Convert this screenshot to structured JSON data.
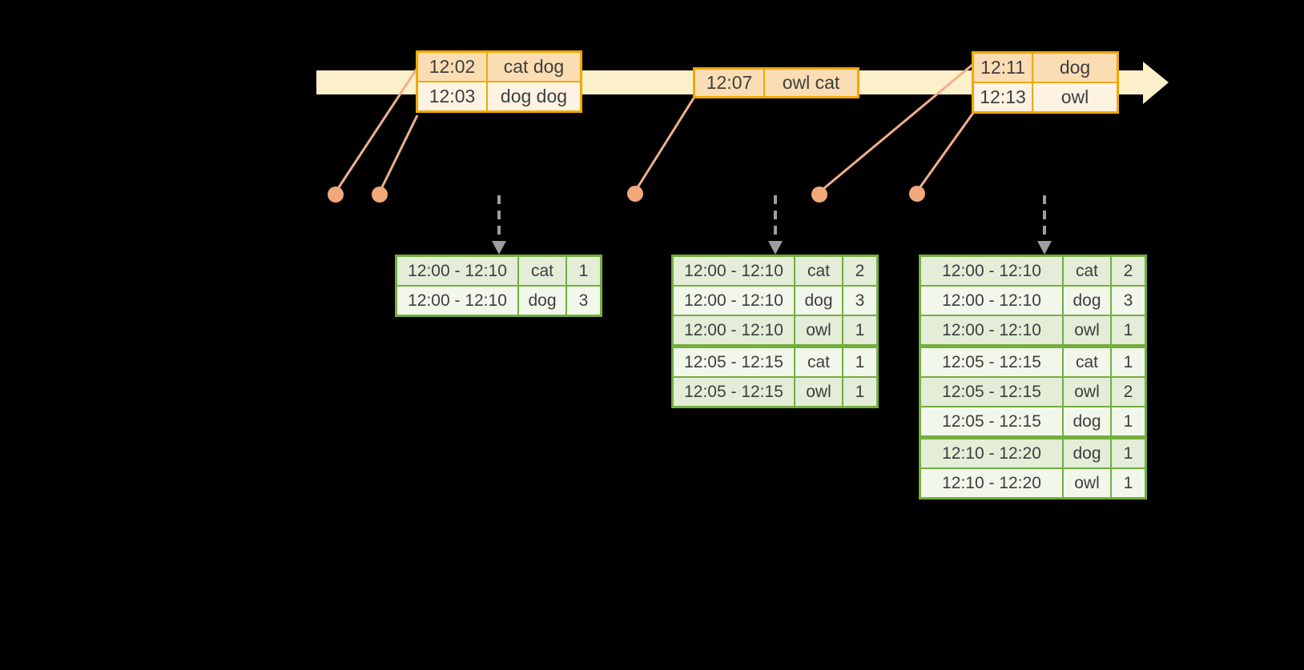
{
  "timeline": {
    "event_tables": [
      {
        "rows": [
          {
            "time": "12:02",
            "words": "cat dog"
          },
          {
            "time": "12:03",
            "words": "dog dog"
          }
        ]
      },
      {
        "rows": [
          {
            "time": "12:07",
            "words": "owl cat"
          }
        ]
      },
      {
        "rows": [
          {
            "time": "12:11",
            "words": "dog"
          },
          {
            "time": "12:13",
            "words": "owl"
          }
        ]
      }
    ]
  },
  "result_tables": [
    {
      "rows": [
        {
          "window": "12:00 - 12:10",
          "word": "cat",
          "count": "1"
        },
        {
          "window": "12:00 - 12:10",
          "word": "dog",
          "count": "3"
        }
      ]
    },
    {
      "rows": [
        {
          "window": "12:00 - 12:10",
          "word": "cat",
          "count": "2"
        },
        {
          "window": "12:00 - 12:10",
          "word": "dog",
          "count": "3"
        },
        {
          "window": "12:00 - 12:10",
          "word": "owl",
          "count": "1"
        },
        {
          "window": "12:05 - 12:15",
          "word": "cat",
          "count": "1"
        },
        {
          "window": "12:05 - 12:15",
          "word": "owl",
          "count": "1"
        }
      ]
    },
    {
      "rows": [
        {
          "window": "12:00 - 12:10",
          "word": "cat",
          "count": "2"
        },
        {
          "window": "12:00 - 12:10",
          "word": "dog",
          "count": "3"
        },
        {
          "window": "12:00 - 12:10",
          "word": "owl",
          "count": "1"
        },
        {
          "window": "12:05 - 12:15",
          "word": "cat",
          "count": "1"
        },
        {
          "window": "12:05 - 12:15",
          "word": "owl",
          "count": "2"
        },
        {
          "window": "12:05 - 12:15",
          "word": "dog",
          "count": "1"
        },
        {
          "window": "12:10 - 12:20",
          "word": "dog",
          "count": "1"
        },
        {
          "window": "12:10 - 12:20",
          "word": "owl",
          "count": "1"
        }
      ]
    }
  ],
  "colors": {
    "background": "#000000",
    "timeline_band": "#fbf0c9",
    "event_border": "#f0a800",
    "event_row_dark": "#fbddb4",
    "event_row_light": "#fef3e2",
    "connector_line": "#efb08c",
    "event_dot": "#f1a97b",
    "trigger_arrow": "#9e9e9e",
    "result_border": "#74ae3f",
    "result_row_dark": "#e3edd8",
    "result_row_light": "#f2f7ec",
    "text": "#3f3f3f"
  }
}
